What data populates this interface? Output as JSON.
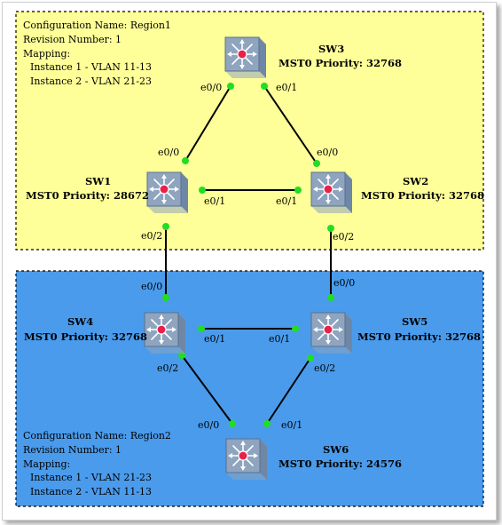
{
  "regions": [
    {
      "id": "region1",
      "config_name": "Configuration Name: Region1",
      "revision": "Revision Number: 1",
      "mapping_title": "Mapping:",
      "instances": [
        "Instance 1 - VLAN 11-13",
        "Instance 2 - VLAN 21-23"
      ],
      "color": "#ffff99"
    },
    {
      "id": "region2",
      "config_name": "Configuration Name: Region2",
      "revision": "Revision Number: 1",
      "mapping_title": "Mapping:",
      "instances": [
        "Instance 1 - VLAN 21-23",
        "Instance 2 - VLAN 11-13"
      ],
      "color": "#4a9bec"
    }
  ],
  "switches": [
    {
      "id": "sw1",
      "name": "SW1",
      "priority": "MST0 Priority: 28672"
    },
    {
      "id": "sw2",
      "name": "SW2",
      "priority": "MST0 Priority: 32768"
    },
    {
      "id": "sw3",
      "name": "SW3",
      "priority": "MST0 Priority: 32768"
    },
    {
      "id": "sw4",
      "name": "SW4",
      "priority": "MST0 Priority: 32768"
    },
    {
      "id": "sw5",
      "name": "SW5",
      "priority": "MST0 Priority: 32768"
    },
    {
      "id": "sw6",
      "name": "SW6",
      "priority": "MST0 Priority: 24576"
    }
  ],
  "links": [
    {
      "from": "sw3",
      "from_port": "e0/0",
      "to": "sw1",
      "to_port": "e0/0"
    },
    {
      "from": "sw3",
      "from_port": "e0/1",
      "to": "sw2",
      "to_port": "e0/0"
    },
    {
      "from": "sw1",
      "from_port": "e0/1",
      "to": "sw2",
      "to_port": "e0/1"
    },
    {
      "from": "sw1",
      "from_port": "e0/2",
      "to": "sw4",
      "to_port": "e0/0"
    },
    {
      "from": "sw2",
      "from_port": "e0/2",
      "to": "sw5",
      "to_port": "e0/0"
    },
    {
      "from": "sw4",
      "from_port": "e0/1",
      "to": "sw5",
      "to_port": "e0/1"
    },
    {
      "from": "sw4",
      "from_port": "e0/2",
      "to": "sw6",
      "to_port": "e0/0"
    },
    {
      "from": "sw5",
      "from_port": "e0/2",
      "to": "sw6",
      "to_port": "e0/1"
    }
  ],
  "colors": {
    "port": "#22dd22",
    "link": "#000000",
    "switch": "#8ea4bf",
    "switch_hub": "#e8214a"
  },
  "icons": {
    "switch": "layer3-switch-icon"
  }
}
